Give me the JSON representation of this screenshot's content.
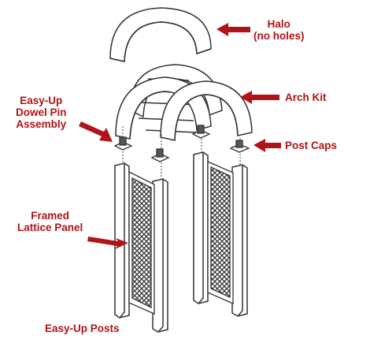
{
  "diagram": {
    "labels": {
      "halo": {
        "line1": "Halo",
        "line2": "(no holes)"
      },
      "arch_kit": "Arch Kit",
      "dowel": {
        "line1": "Easy-Up",
        "line2": "Dowel Pin",
        "line3": "Assembly"
      },
      "post_caps": "Post Caps",
      "lattice": {
        "line1": "Framed",
        "line2": "Lattice Panel"
      },
      "posts": "Easy-Up Posts"
    },
    "colors": {
      "label": "#b01318",
      "arrow": "#b01318",
      "line": "#333333"
    },
    "icons": [
      "halo-arch",
      "arch-kit",
      "dowel-pin-assembly",
      "post-cap",
      "lattice-panel",
      "post",
      "callout-arrow"
    ]
  }
}
